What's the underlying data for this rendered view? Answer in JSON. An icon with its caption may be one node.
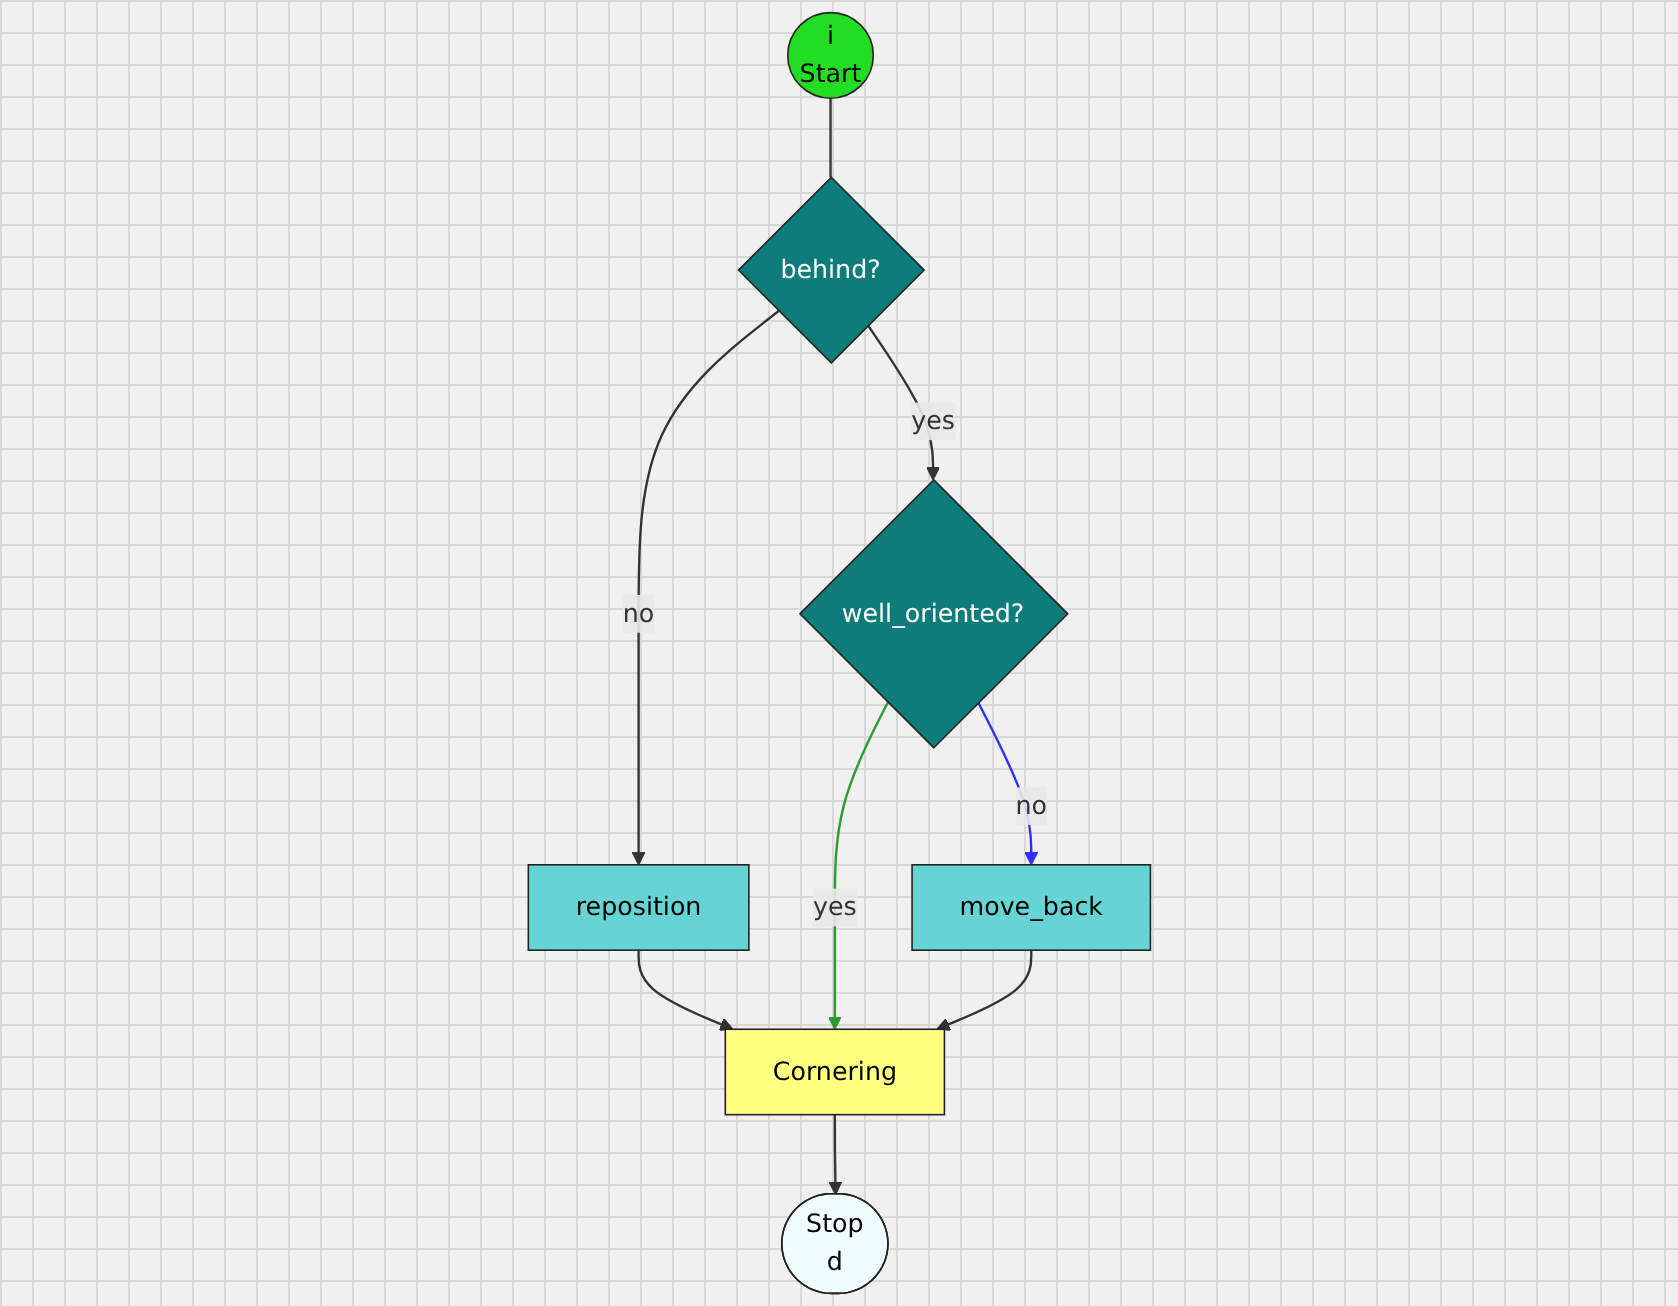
{
  "diagram": {
    "nodes": [
      {
        "text": [
          "i",
          "Start"
        ]
      },
      {
        "text": [
          "behind?"
        ]
      },
      {
        "text": [
          "reposition"
        ]
      },
      {
        "text": [
          "well_oriented?"
        ]
      },
      {
        "text": [
          "Cornering"
        ]
      },
      {
        "text": [
          "move_back"
        ]
      },
      {
        "text": [
          "Stop",
          "d"
        ]
      }
    ],
    "edges": [
      {
        "from": 0,
        "to": 1,
        "arrow": "none"
      },
      {
        "from": 1,
        "to": 2,
        "arrow": "to",
        "label": "no"
      },
      {
        "from": 1,
        "to": 3,
        "arrow": "to",
        "label": "yes"
      },
      {
        "from": 3,
        "to": 4,
        "arrow": "to",
        "label": "yes",
        "color": "#2e9a2e"
      },
      {
        "from": 3,
        "to": 5,
        "arrow": "to",
        "label": "no",
        "color": "#2f2fff"
      },
      {
        "from": 2,
        "to": 4,
        "arrow": "to"
      },
      {
        "from": 5,
        "to": 4,
        "arrow": "to"
      },
      {
        "from": 4,
        "to": 6,
        "arrow": "to"
      }
    ]
  }
}
